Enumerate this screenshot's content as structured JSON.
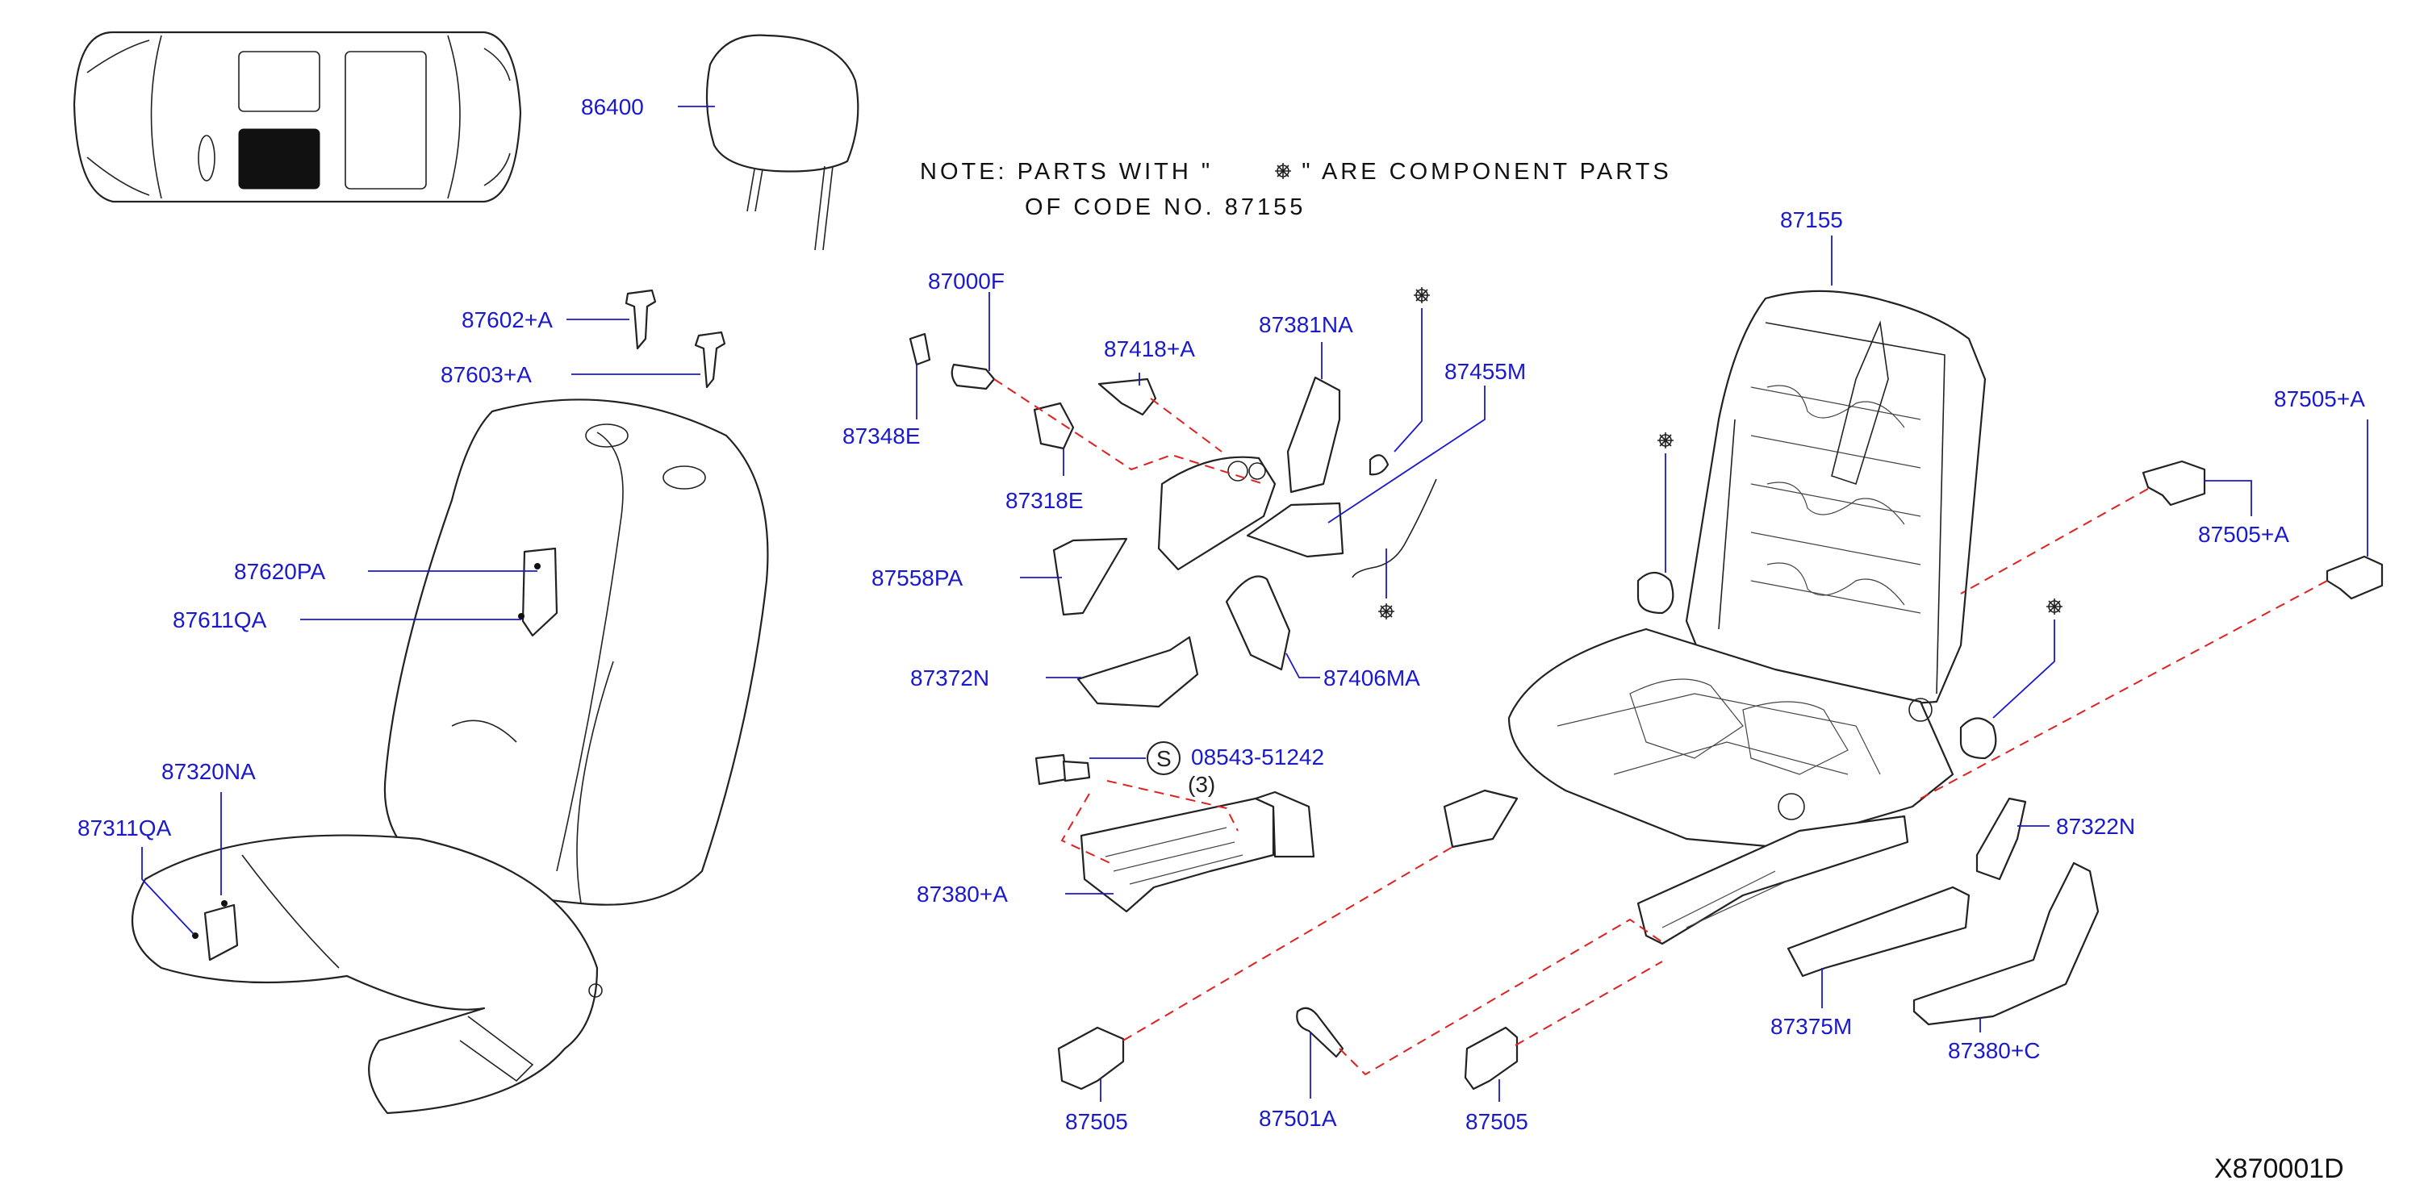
{
  "note": {
    "line1_before": "NOTE:  PARTS  WITH  \"",
    "line1_after": "\"  ARE  COMPONENT  PARTS",
    "line2": "OF  CODE  NO.  87155"
  },
  "diagram_code": "X870001D",
  "callouts": {
    "c86400": "86400",
    "c87602a": "87602+A",
    "c87603a": "87603+A",
    "c87620pa": "87620PA",
    "c87611qa": "87611QA",
    "c87320na": "87320NA",
    "c87311qa": "87311QA",
    "c87000f": "87000F",
    "c87348e": "87348E",
    "c87418a": "87418+A",
    "c87318e": "87318E",
    "c87381na": "87381NA",
    "c87455m": "87455M",
    "c87558pa": "87558PA",
    "c87372n": "87372N",
    "c87406ma": "87406MA",
    "c08543": "08543-51242",
    "c08543_qty": "(3)",
    "c08543_symbol": "S",
    "c87380a": "87380+A",
    "c87155": "87155",
    "c87505a_top": "87505+A",
    "c87505a_mid": "87505+A",
    "c87322n": "87322N",
    "c87375m": "87375M",
    "c87380c": "87380+C",
    "c87505_left": "87505",
    "c87501a": "87501A",
    "c87505_right": "87505"
  },
  "colors": {
    "callout": "#1a1acc",
    "leader": "#1a1acc",
    "dashed_line": "#e02020",
    "part_outline": "#222222",
    "locator_highlight": "#111111"
  },
  "icons": {
    "component_marker": "component-part-marker-icon",
    "standard_part_marker": "standard-part-circle-s-icon"
  }
}
